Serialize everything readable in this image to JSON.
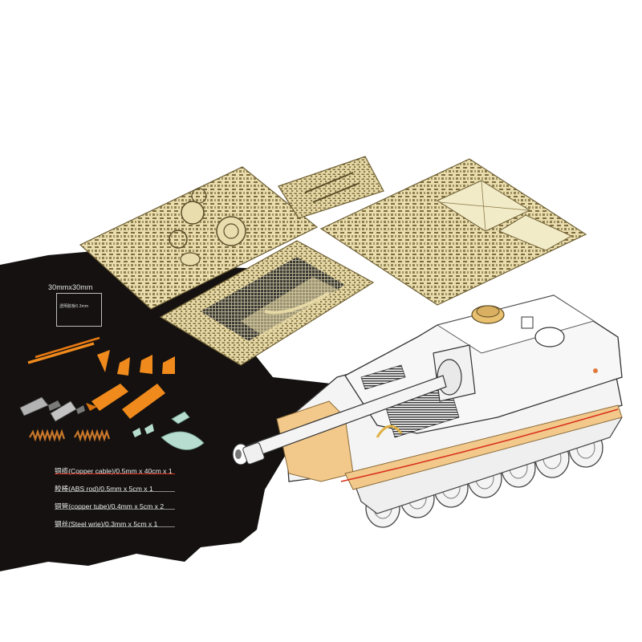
{
  "kit": {
    "sample_size_label": "30mmx30mm",
    "transparent_sheet_label": "透明胶板0.3mm",
    "materials": [
      {
        "label": "铜缆(Copper cable)/0.5mm x 40cm x 1",
        "highlighted": true
      },
      {
        "label": "胶棒(ABS rod)/0.5mm x 5cm x 1",
        "highlighted": false
      },
      {
        "label": "铜管(copper tube)/0.4mm x 5cm x 2",
        "highlighted": false
      },
      {
        "label": "钢丝(Steel wrie)/0.3mm x 5cm x 1",
        "highlighted": false
      }
    ]
  },
  "colors": {
    "background_panel": "#141110",
    "brass": "#e8dcaa",
    "brass_dark": "#8a7a48",
    "resin_orange": "#f08a1c",
    "copper_cable": "#d9301c",
    "clear_resin": "#b7ddd0",
    "model_body": "#f4f4f4",
    "sand_plate": "#f2c98a"
  },
  "icons": [
    "photo-etch-fret",
    "orange-resin-part",
    "metal-shell",
    "spring",
    "clear-part",
    "tank-model-render"
  ]
}
